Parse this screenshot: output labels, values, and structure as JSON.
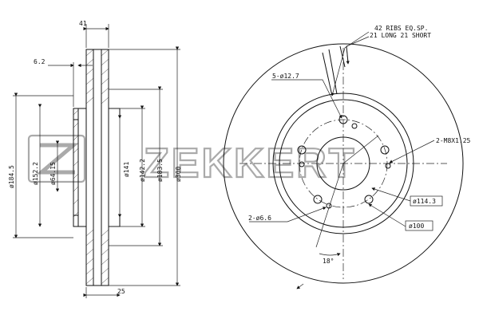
{
  "watermark": {
    "text": "ZEKKERT",
    "color": "#aaaaaa"
  },
  "side_view": {
    "dim_width": "41",
    "dim_hub_thickness": "6.2",
    "dim_outer_height": "ø184.5",
    "dim_d1": "ø152.2",
    "dim_d2": "ø64.15",
    "dim_d3": "ø141",
    "dim_d4": "ø142.2",
    "dim_d5": "ø183.5",
    "dim_d6": "ø300",
    "dim_bottom": "25"
  },
  "front_view": {
    "ribs_line1": "42 RIBS EQ.SP.",
    "ribs_line2": "21 LONG 21 SHORT",
    "bolt_holes": "5-ø12.7",
    "thread_holes": "2-M8X1.25",
    "pcd": "ø114.3",
    "center_bore": "ø100",
    "pin_holes": "2-ø6.6",
    "angle": "18°"
  }
}
